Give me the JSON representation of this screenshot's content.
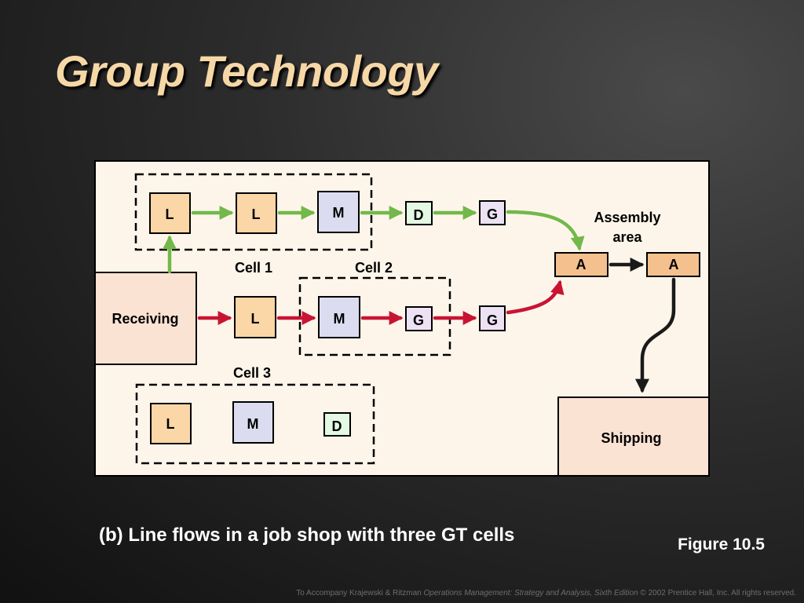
{
  "slide": {
    "title": "Group Technology",
    "caption": "(b) Line flows in a job shop with three GT cells",
    "figure_label": "Figure 10.5",
    "footer": {
      "prefix": "To Accompany Krajewski & Ritzman ",
      "book": "Operations Management: Strategy and Analysis, Sixth Edition",
      "suffix": " © 2002 Prentice Hall, Inc. All rights reserved."
    }
  },
  "diagram": {
    "cells": [
      {
        "label": "Cell 1"
      },
      {
        "label": "Cell 2"
      },
      {
        "label": "Cell 3"
      }
    ],
    "areas": {
      "receiving": "Receiving",
      "assembly_line1": "Assembly",
      "assembly_line2": "area",
      "shipping": "Shipping"
    },
    "machines": {
      "l1": "L",
      "l2": "L",
      "m1": "M",
      "d1": "D",
      "g1": "G",
      "l3": "L",
      "m2": "M",
      "g2": "G",
      "g3": "G",
      "l4": "L",
      "m3": "M",
      "d2": "D",
      "a1": "A",
      "a2": "A"
    },
    "colors": {
      "lathe": "#fbd6a6",
      "milling": "#dcdcf0",
      "drill": "#e4f9e4",
      "grinder": "#ece2f4",
      "assembly": "#f3c08e",
      "area": "#fbe3d3",
      "canvas": "#fdf5ea",
      "flow_green": "#72b84a",
      "flow_red": "#c81432",
      "flow_black": "#1a1a1a"
    }
  }
}
